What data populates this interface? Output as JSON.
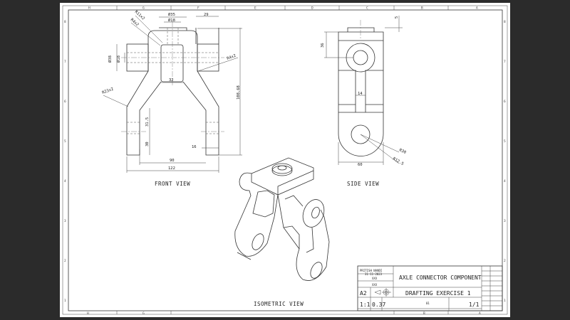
{
  "colors": {
    "background": "#2b2b2b",
    "paper": "#ffffff",
    "lines": "#333333"
  },
  "frame": {
    "columns": [
      "H",
      "G",
      "F",
      "E",
      "D",
      "C",
      "B",
      "A"
    ],
    "rows": [
      "8",
      "7",
      "6",
      "5",
      "4",
      "3",
      "2",
      "1"
    ],
    "bottom_columns": [
      "H",
      "G",
      "B",
      "A"
    ]
  },
  "front_view": {
    "label": "FRONT VIEW",
    "dims": {
      "d35": "Ø35",
      "d18_top": "Ø18",
      "w29": "29",
      "r11": "R11x2",
      "r4a": "R4x2",
      "r4b": "R4x2",
      "d38": "Ø38",
      "d18_side": "Ø18",
      "w32": "32",
      "r23": "R23x2",
      "h108": "108.68",
      "h31": "31.5",
      "h30": "30",
      "w16": "16",
      "w90": "90",
      "w122": "122"
    }
  },
  "side_view": {
    "label": "SIDE VIEW",
    "dims": {
      "h5": "5",
      "h36": "36",
      "w14": "14",
      "r30": "R30",
      "r12": "R12.5",
      "w60": "60"
    }
  },
  "isometric_view": {
    "label": "ISOMETRIC VIEW"
  },
  "title_block": {
    "drawn_by": "PRITISH NANDI",
    "date": "31-11-2023",
    "checked": "XXX",
    "approved": "XXX",
    "title": "AXLE CONNECTOR COMPONENT",
    "size": "A2",
    "subtitle": "DRAFTING EXERCISE 1",
    "scale": "1:1",
    "weight": "0.37",
    "drawing_number": "01",
    "sheet": "1/1"
  }
}
